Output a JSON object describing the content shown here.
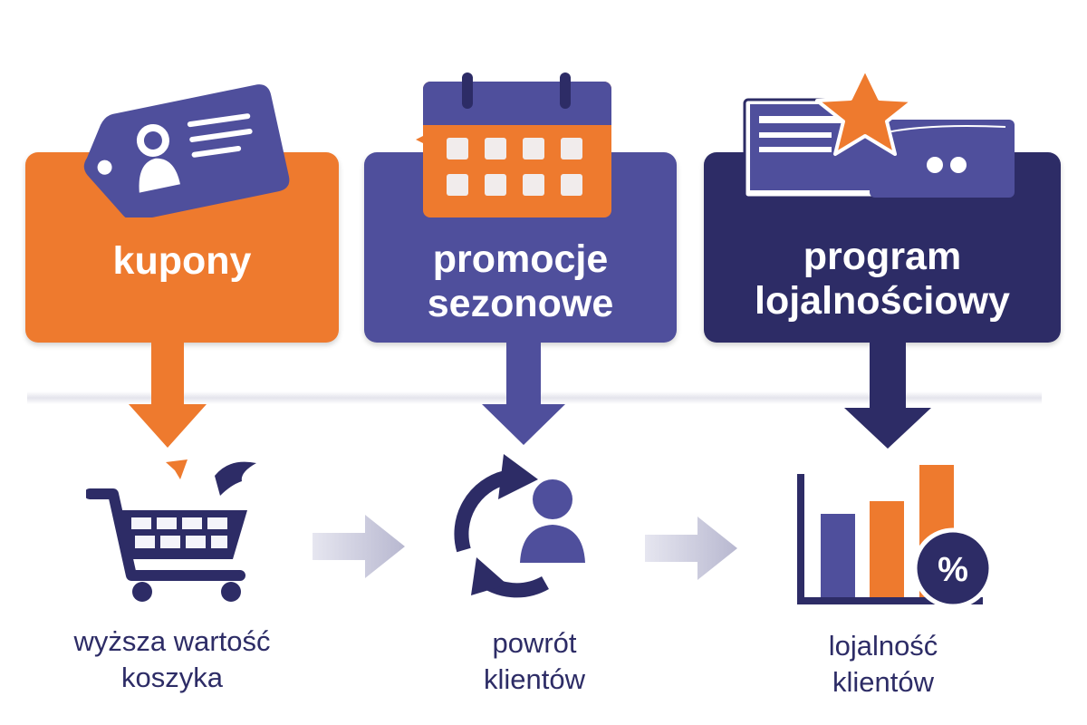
{
  "boxes": [
    {
      "label": "kupony",
      "color": "#ee7a2e",
      "icon": "coupon-tag-icon"
    },
    {
      "label": "promocje\nsezonowe",
      "color": "#4f4f9c",
      "icon": "calendar-icon"
    },
    {
      "label": "program\nlojalnościowy",
      "color": "#2d2c66",
      "icon": "loyalty-card-star-icon"
    }
  ],
  "outcomes": [
    {
      "label": "wyższa wartość\nkoszyka",
      "icon": "shopping-cart-icon"
    },
    {
      "label": "powrót\nklientów",
      "icon": "returning-customer-icon"
    },
    {
      "label": "lojalność\nklientów",
      "icon": "bar-chart-percent-icon"
    }
  ],
  "badge_text": "%",
  "colors": {
    "orange": "#ee7a2e",
    "purple": "#4f4f9c",
    "navy": "#2d2c66",
    "arrow_light": "#c8c8dc"
  }
}
